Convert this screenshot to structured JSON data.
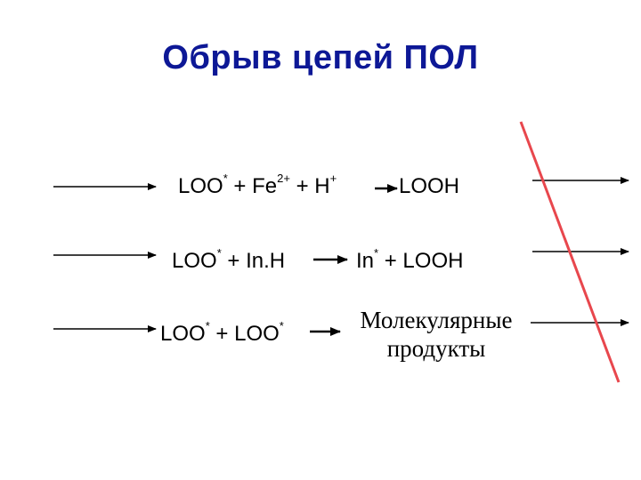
{
  "title": "Обрыв цепей ПОЛ",
  "reactions": [
    {
      "r1": "LOO",
      "r1_sup": "*",
      "plus1": " + Fe",
      "fe_sup": "2+",
      "plus2": " + H",
      "h_sup": "+",
      "product": "LOOH"
    },
    {
      "r1": "LOO",
      "r1_sup": "*",
      "rest": " + In.H",
      "p1": "In",
      "p1_sup": "*",
      "p_rest": " + LOOH"
    },
    {
      "r1": "LOO",
      "r1_sup": "*",
      "mid": " + LOO",
      "r2_sup": "*",
      "product_line1": "Молекулярные",
      "product_line2": "продукты"
    }
  ],
  "colors": {
    "title": "#0d1896",
    "strike": "#e8474d",
    "ink": "#000000"
  }
}
